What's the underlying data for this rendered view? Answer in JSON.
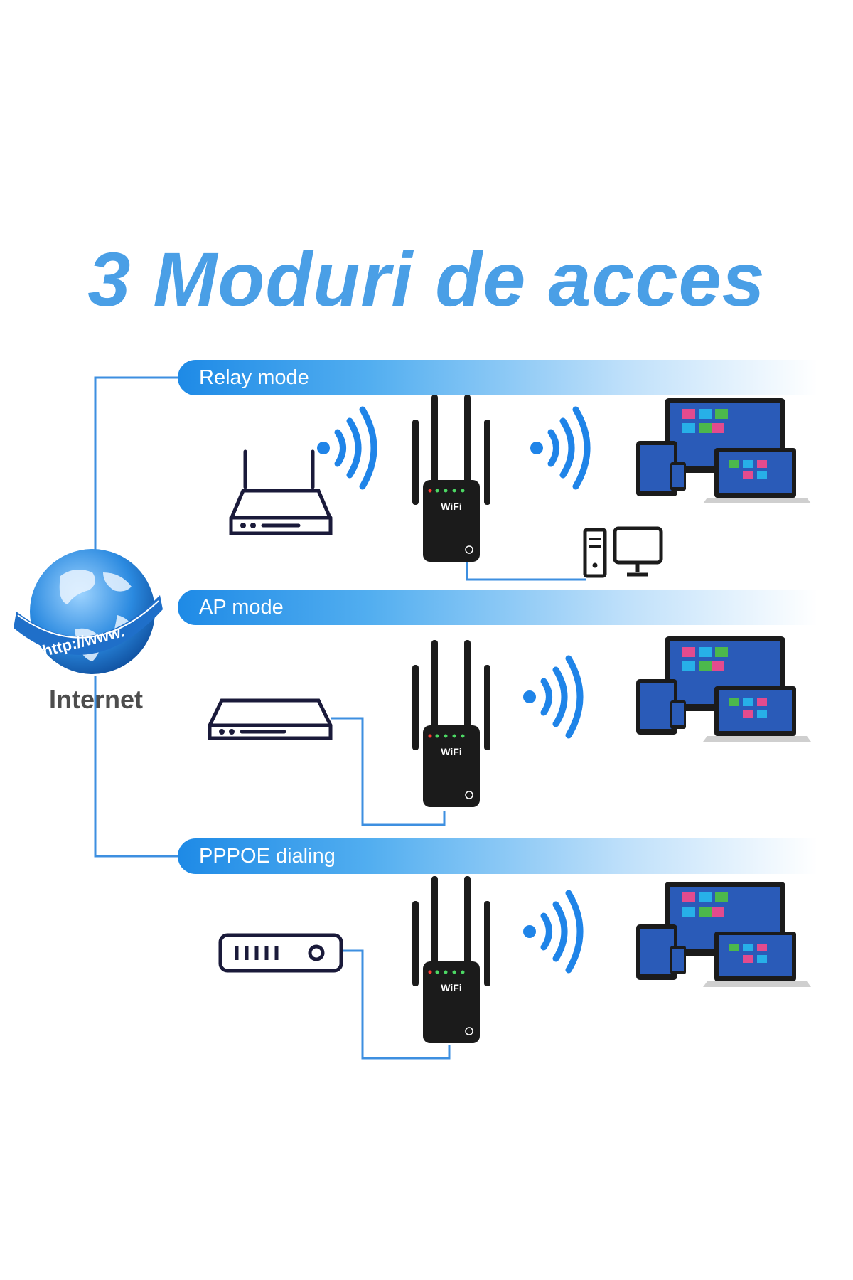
{
  "title": "3 Moduri de acces",
  "globe": {
    "label": "Internet",
    "url_text": "http://www."
  },
  "modes": [
    {
      "label": "Relay mode"
    },
    {
      "label": "AP mode"
    },
    {
      "label": "PPPOE dialing"
    }
  ],
  "device": {
    "brand_text": "WiFi"
  },
  "colors": {
    "accent": "#4a9fe6",
    "banner": "#1e8ae6",
    "line": "#3d8fe0",
    "wave": "#1f84e8",
    "device": "#1b1b1b"
  }
}
